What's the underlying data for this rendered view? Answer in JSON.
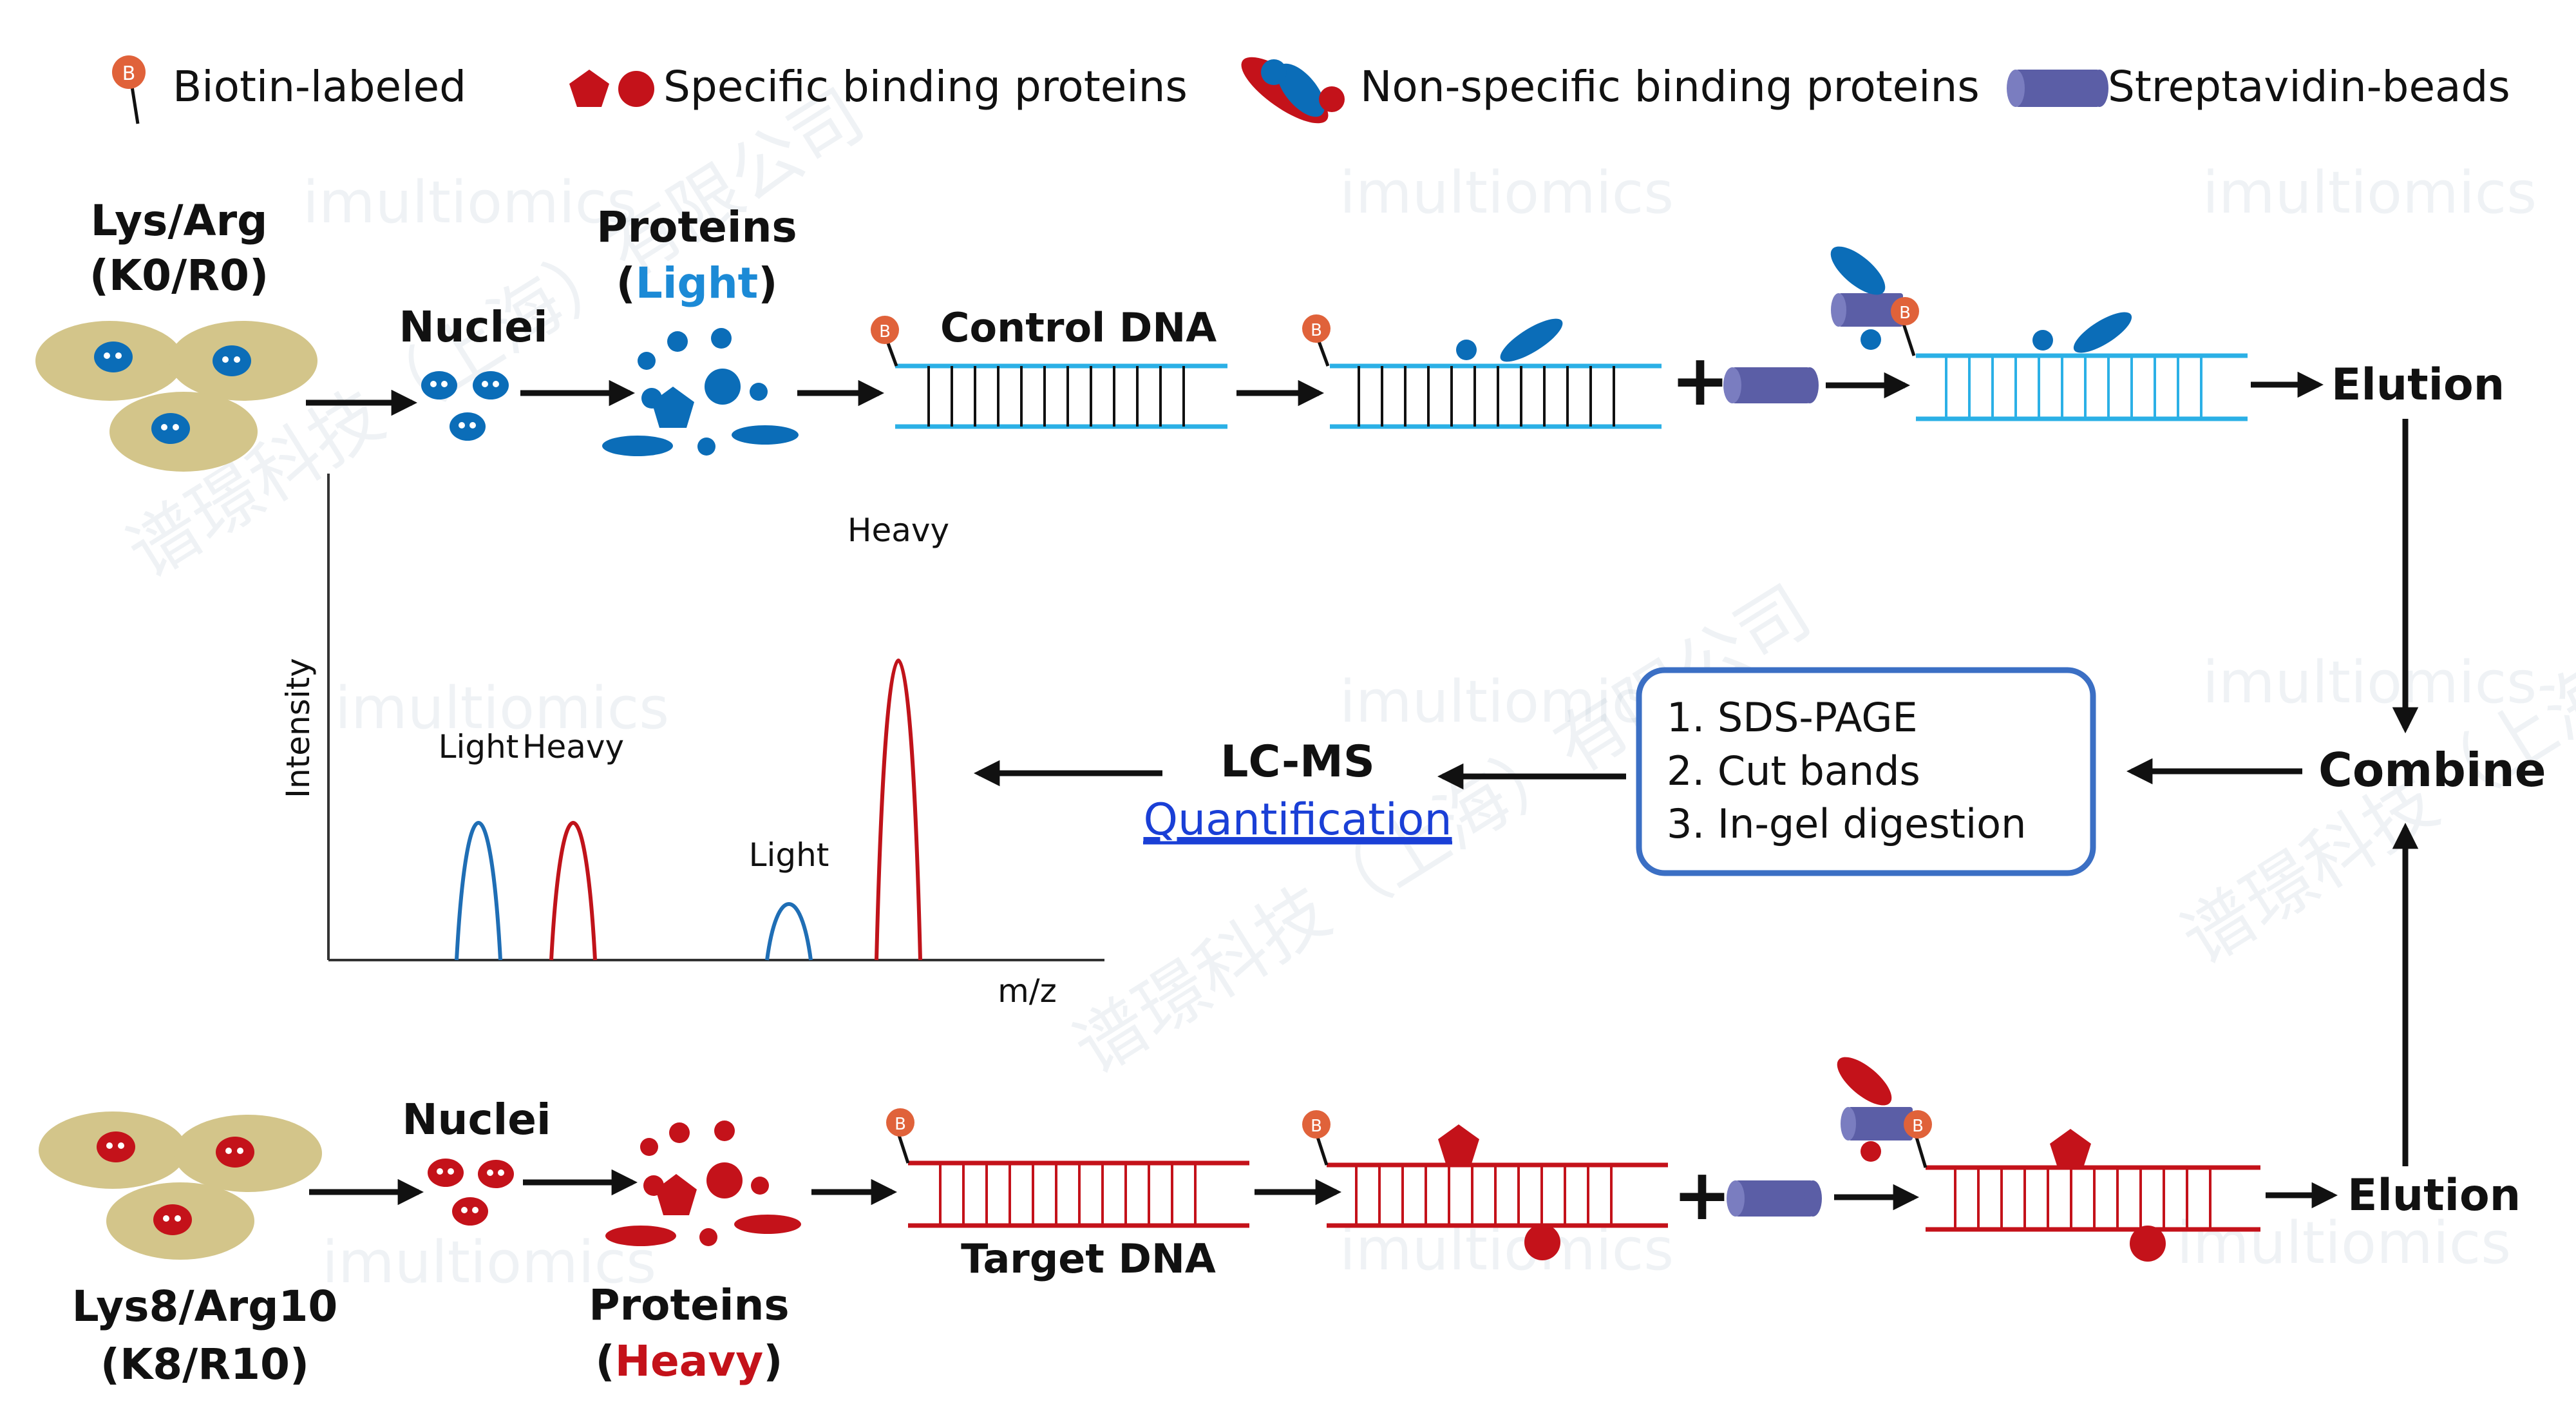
{
  "legend": {
    "biotin": "Biotin-labeled",
    "specific": "Specific binding proteins",
    "nonspecific": "Non-specific binding proteins",
    "beads": "Streptavidin-beads",
    "biotin_letter": "B"
  },
  "light_row": {
    "cells_label": "Lys/Arg",
    "cells_sub": "(K0/R0)",
    "nuclei": "Nuclei",
    "proteins": "Proteins",
    "proteins_open": "(",
    "proteins_word": "Light",
    "proteins_close": ")",
    "dna": "Control DNA",
    "elution": "Elution"
  },
  "heavy_row": {
    "cells_label": "Lys8/Arg10",
    "cells_sub": "(K8/R10)",
    "nuclei": "Nuclei",
    "proteins": "Proteins",
    "proteins_open": "(",
    "proteins_word": "Heavy",
    "proteins_close": ")",
    "dna": "Target DNA",
    "elution": "Elution"
  },
  "middle": {
    "combine": "Combine",
    "steps": [
      "1.  SDS-PAGE",
      "2.  Cut bands",
      "3.  In-gel digestion"
    ],
    "lcms": "LC-MS",
    "quant": "Quantification",
    "plus": "+"
  },
  "chart_data": {
    "type": "line",
    "ylabel": "Intensity",
    "xlabel": "m/z",
    "peaks": [
      {
        "label": "Light",
        "color": "#1f6eb5",
        "x": 1,
        "height": 0.44
      },
      {
        "label": "Heavy",
        "color": "#c0131a",
        "x": 2,
        "height": 0.44
      },
      {
        "label": "Light",
        "color": "#1f6eb5",
        "x": 4,
        "height": 0.16
      },
      {
        "label": "Heavy",
        "color": "#c0131a",
        "x": 5,
        "height": 1.0
      }
    ]
  },
  "watermark": {
    "brand": "imultiomics",
    "cn": "谱璟科技（上海）有限公司"
  },
  "colors": {
    "light_blue": "#0b6db8",
    "dna_blue": "#2bb0e6",
    "dark_red": "#c4121a",
    "cell_tan": "#d3c58a",
    "bead_purple": "#5b5ea6",
    "biotin_orange": "#e0623a"
  }
}
